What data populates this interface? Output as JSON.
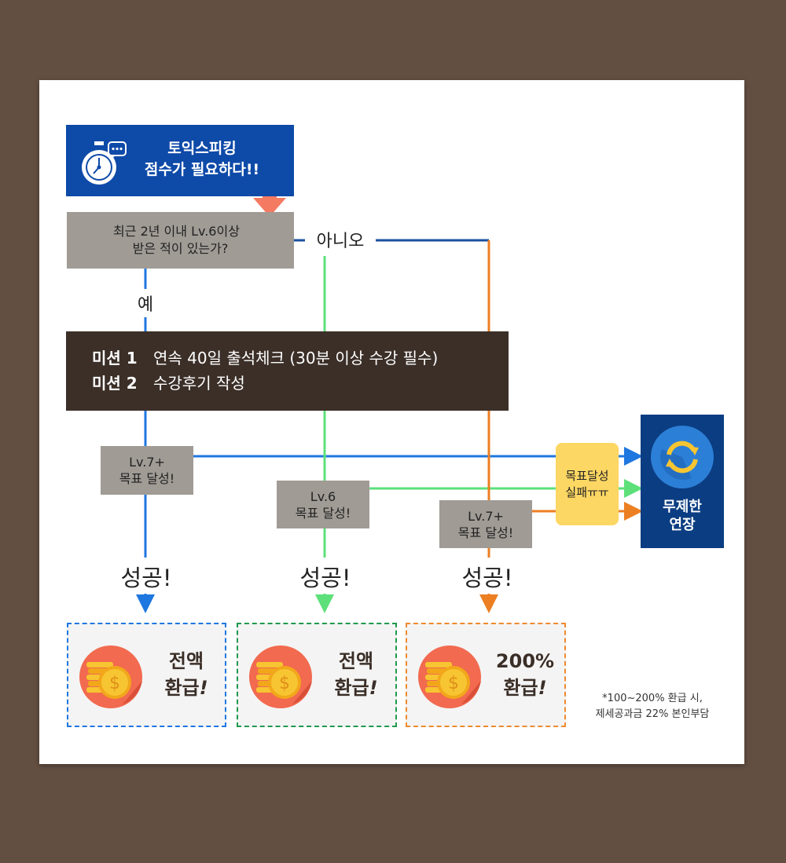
{
  "header": {
    "line1": "토익스피킹",
    "line2": "점수가 필요하다!!"
  },
  "question": {
    "line1": "최근 2년 이내 Lv.6이상",
    "line2": "받은 적이 있는가?"
  },
  "branches": {
    "no": "아니오",
    "yes": "예"
  },
  "missions": [
    {
      "tag": "미션 1",
      "text": "연속 40일 출석체크 (30분 이상 수강 필수)"
    },
    {
      "tag": "미션 2",
      "text": "수강후기 작성"
    }
  ],
  "goals": [
    {
      "line1": "Lv.7+",
      "line2": "목표 달성!"
    },
    {
      "line1": "Lv.6",
      "line2": "목표 달성!"
    },
    {
      "line1": "Lv.7+",
      "line2": "목표 달성!"
    }
  ],
  "fail": {
    "line1": "목표달성",
    "line2": "실패ㅠㅠ"
  },
  "extend": {
    "line1": "무제한",
    "line2": "연장"
  },
  "success": [
    "성공!",
    "성공!",
    "성공!"
  ],
  "refunds": [
    {
      "line1": "전액",
      "line2": "환급",
      "bang": "!"
    },
    {
      "line1": "전액",
      "line2": "환급",
      "bang": "!"
    },
    {
      "line1": "200%",
      "line2": "환급",
      "bang": "!"
    }
  ],
  "footnote": {
    "line1": "*100~200% 환급 시,",
    "line2": "제세공과금 22% 본인부담"
  },
  "colors": {
    "blue_line": "#1f77e0",
    "green_line": "#5de07a",
    "orange_line": "#ec7f22",
    "navy_line": "#1b4f9e",
    "arrow_red": "#f47a62"
  }
}
